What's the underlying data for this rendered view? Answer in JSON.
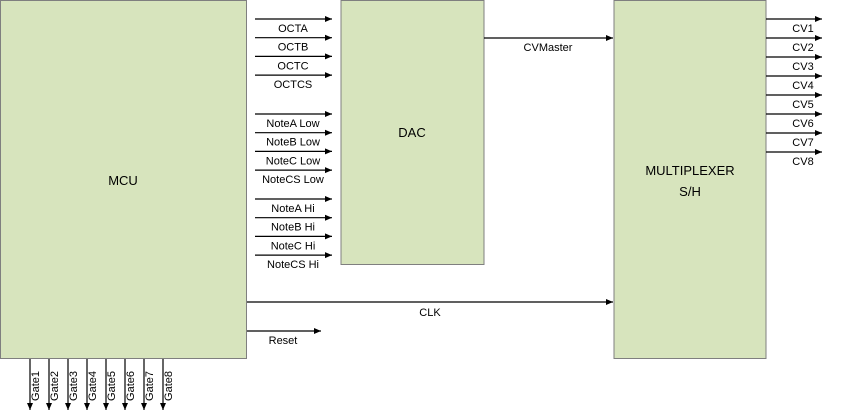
{
  "blocks": {
    "mcu": "MCU",
    "dac": "DAC",
    "mux_line1": "MULTIPLEXER",
    "mux_line2": "S/H"
  },
  "octave_signals": [
    "OCTA",
    "OCTB",
    "OCTC",
    "OCTCS"
  ],
  "note_low_signals": [
    "NoteA Low",
    "NoteB Low",
    "NoteC Low",
    "NoteCS Low"
  ],
  "note_hi_signals": [
    "NoteA Hi",
    "NoteB Hi",
    "NoteC Hi",
    "NoteCS Hi"
  ],
  "cv_master": "CVMaster",
  "clk": "CLK",
  "reset": "Reset",
  "cv_outputs": [
    "CV1",
    "CV2",
    "CV3",
    "CV4",
    "CV5",
    "CV6",
    "CV7",
    "CV8"
  ],
  "gates": [
    "Gate1",
    "Gate2",
    "Gate3",
    "Gate4",
    "Gate5",
    "Gate6",
    "Gate7",
    "Gate8"
  ]
}
